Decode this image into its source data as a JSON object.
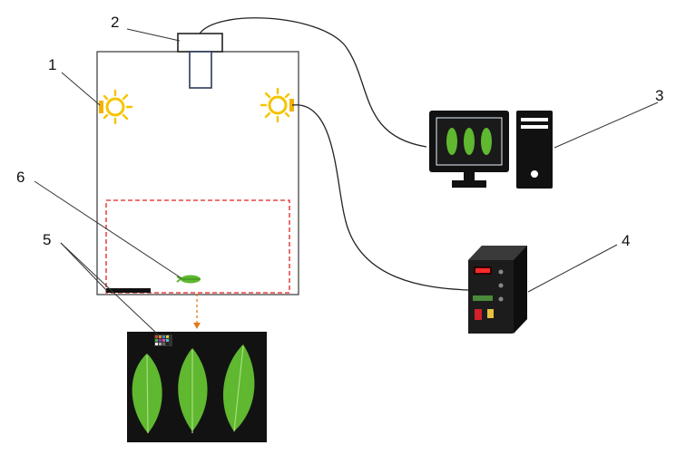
{
  "labels": {
    "n1": "1",
    "n2": "2",
    "n3": "3",
    "n4": "4",
    "n5": "5",
    "n6": "6"
  },
  "colors": {
    "line": "#222222",
    "lamp": "#f5c400",
    "lamp_glow": "#ffe45c",
    "roi": "#e02020",
    "arrow": "#e07a1a",
    "leaf": "#5fb830",
    "leaf_dark": "#2f7a17",
    "photo_bg": "#121212",
    "screen_bg": "#1a1a1a",
    "controller_body": "#1c1c1c",
    "display": "#ff2a2a",
    "switch": "#d4202a",
    "port": "#e6c13a"
  },
  "icons": {
    "camera": "camera-icon",
    "lamp_left": "lamp-left-icon",
    "lamp_right": "lamp-right-icon",
    "computer": "computer-icon",
    "controller": "light-controller-icon",
    "color_card": "color-card-icon",
    "leaf": "leaf-icon"
  },
  "leaf_photo": {
    "leaf_count": 3
  }
}
